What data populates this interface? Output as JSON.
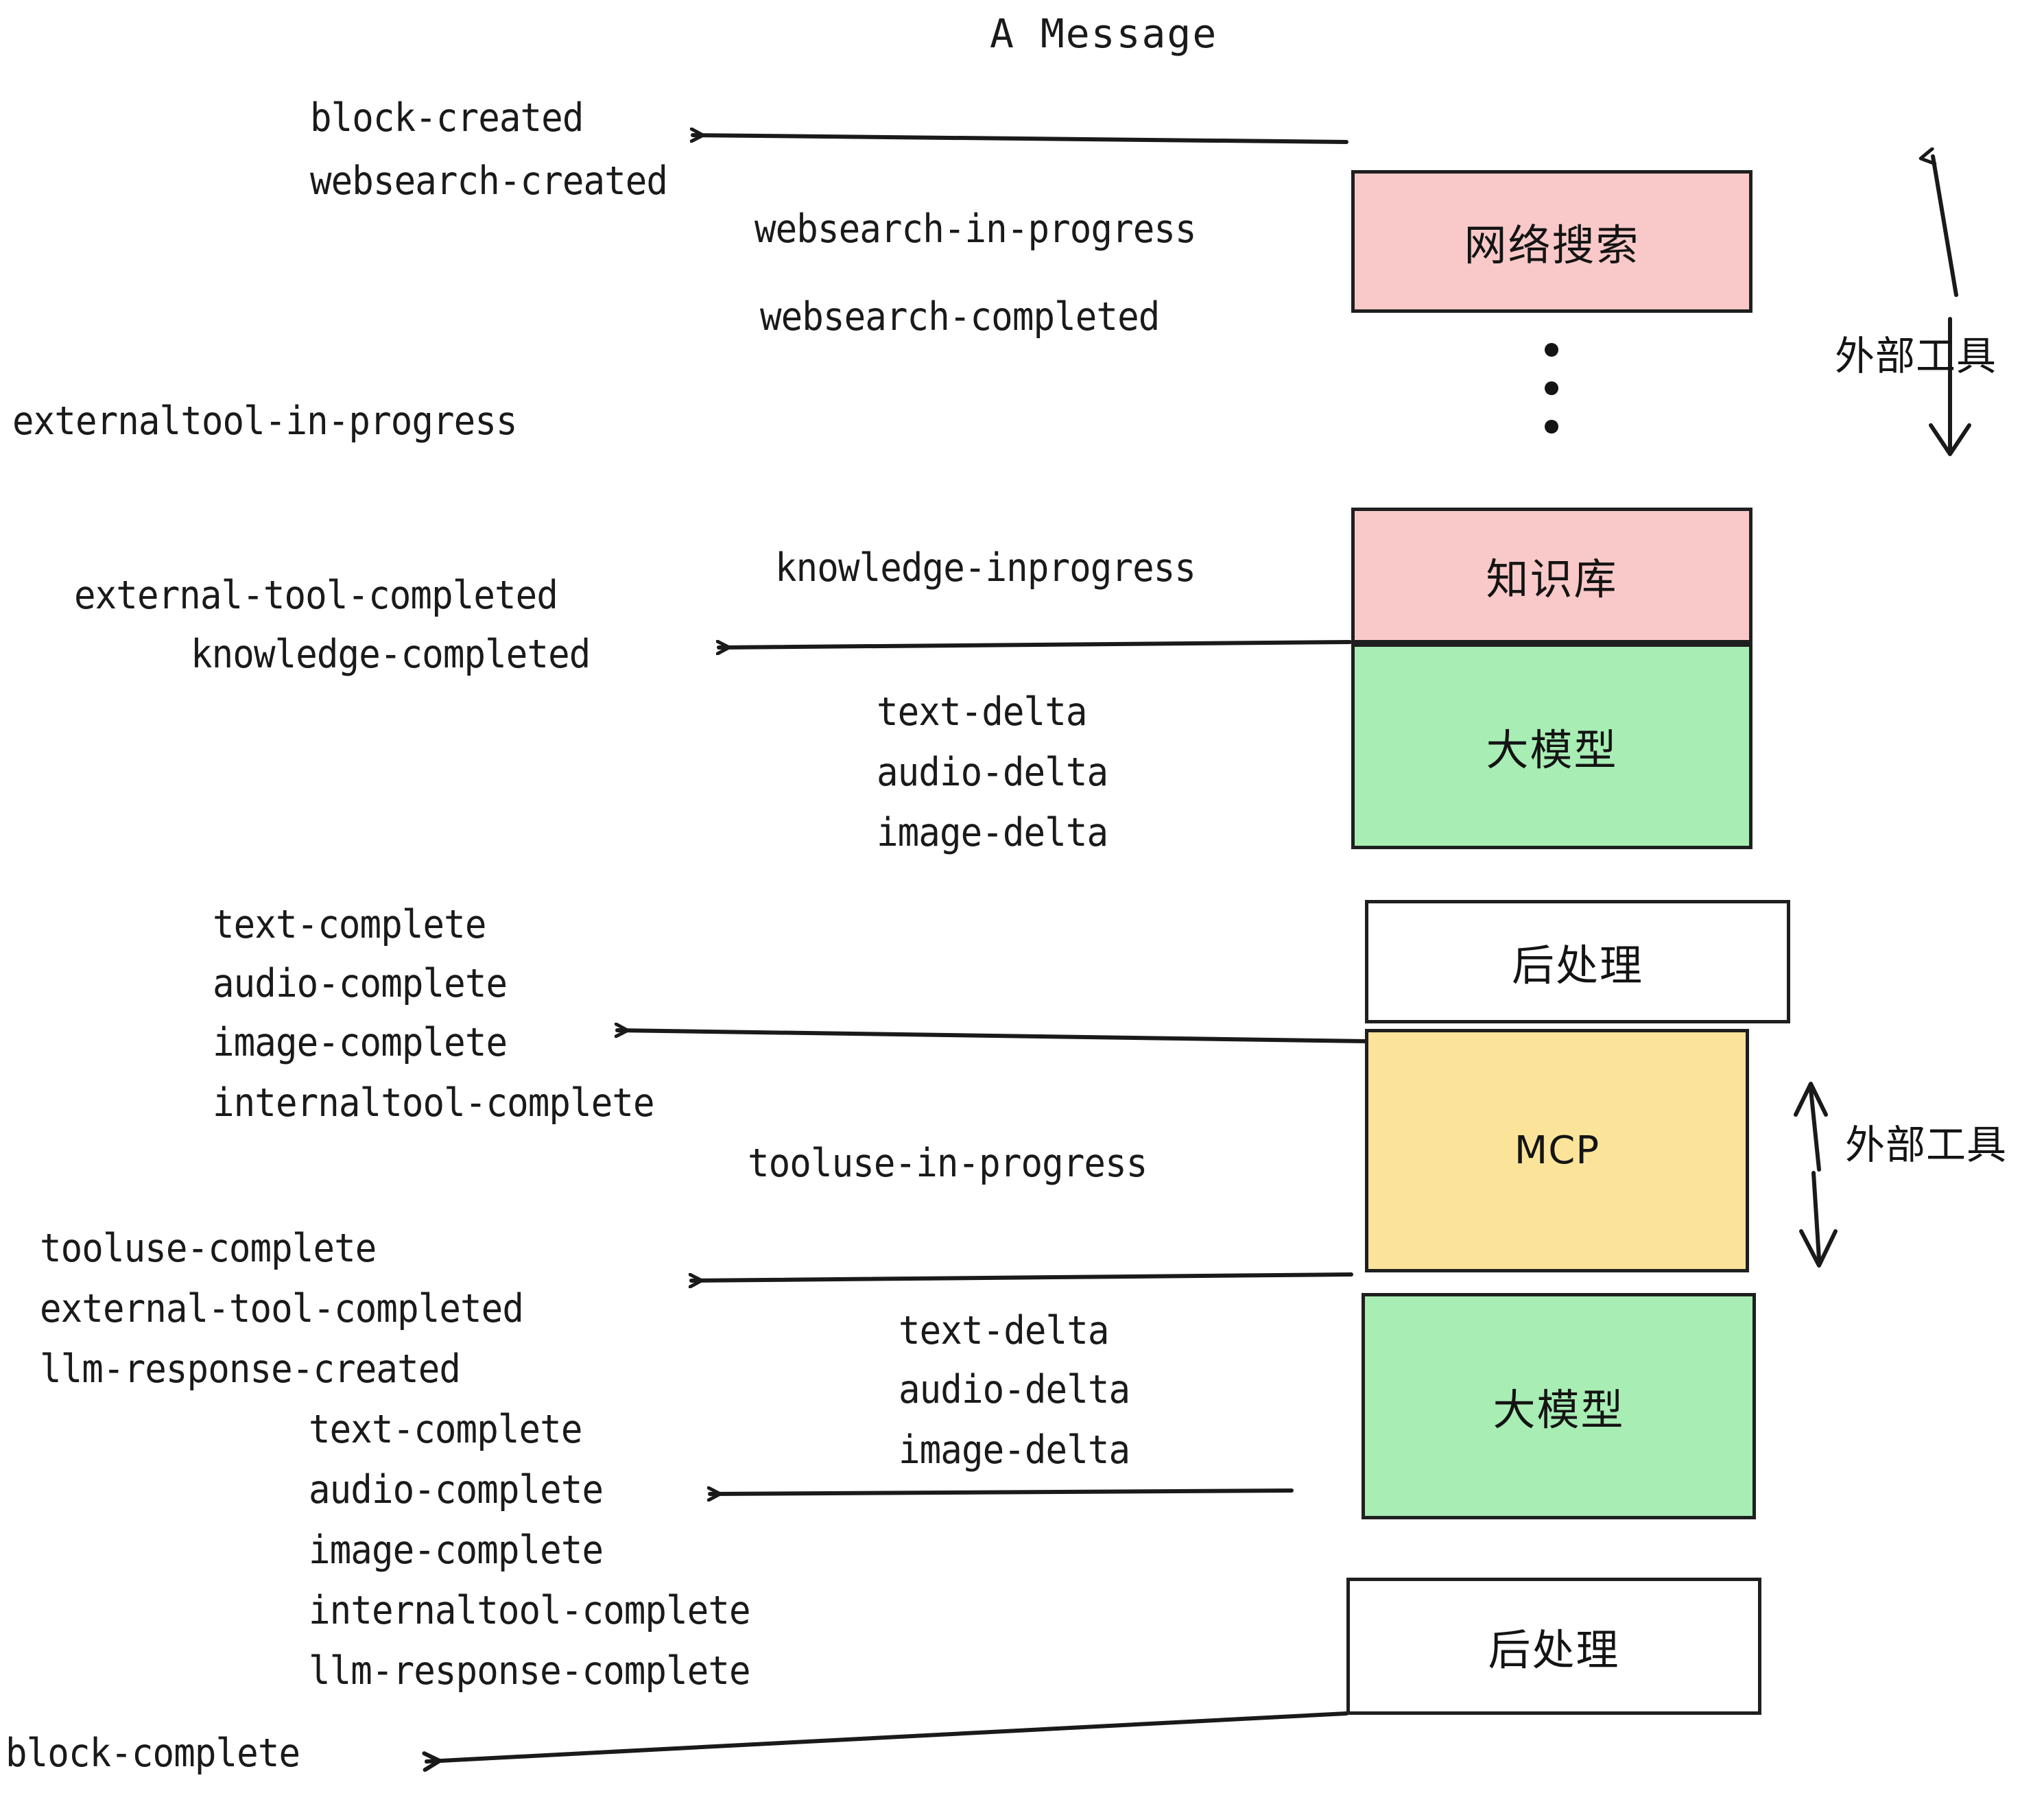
{
  "title": "A Message",
  "nodes": [
    {
      "key": "websearch",
      "label": "网络搜索",
      "color": "#f9c9c9"
    },
    {
      "key": "knowledge",
      "label": "知识库",
      "color": "#f9c9c9"
    },
    {
      "key": "llm-top",
      "label": "大模型",
      "color": "#a8edb4"
    },
    {
      "key": "post-top",
      "label": "后处理",
      "color": "#ffffff"
    },
    {
      "key": "mcp",
      "label": "MCP",
      "color": "#fbe49a"
    },
    {
      "key": "llm-bottom",
      "label": "大模型",
      "color": "#a8edb4"
    },
    {
      "key": "post-bottom",
      "label": "后处理",
      "color": "#ffffff"
    }
  ],
  "side_labels": {
    "external_tools_top": "外部工具",
    "external_tools_bottom": "外部工具"
  },
  "events": [
    {
      "id": "e01",
      "text": "block-created"
    },
    {
      "id": "e02",
      "text": "websearch-created"
    },
    {
      "id": "e03",
      "text": "websearch-in-progress"
    },
    {
      "id": "e04",
      "text": "websearch-completed"
    },
    {
      "id": "e05",
      "text": "externaltool-in-progress"
    },
    {
      "id": "e06",
      "text": "knowledge-inprogress"
    },
    {
      "id": "e07",
      "text": "external-tool-completed"
    },
    {
      "id": "e08",
      "text": "knowledge-completed"
    },
    {
      "id": "e09",
      "text": "text-delta"
    },
    {
      "id": "e10",
      "text": "audio-delta"
    },
    {
      "id": "e11",
      "text": "image-delta"
    },
    {
      "id": "e12",
      "text": "text-complete"
    },
    {
      "id": "e13",
      "text": "audio-complete"
    },
    {
      "id": "e14",
      "text": "image-complete"
    },
    {
      "id": "e15",
      "text": "internaltool-complete"
    },
    {
      "id": "e16",
      "text": "tooluse-in-progress"
    },
    {
      "id": "e17",
      "text": "tooluse-complete"
    },
    {
      "id": "e18",
      "text": "external-tool-completed"
    },
    {
      "id": "e19",
      "text": "llm-response-created"
    },
    {
      "id": "e20",
      "text": "text-complete"
    },
    {
      "id": "e21",
      "text": "audio-complete"
    },
    {
      "id": "e22",
      "text": "image-complete"
    },
    {
      "id": "e23",
      "text": "internaltool-complete"
    },
    {
      "id": "e24",
      "text": "llm-response-complete"
    },
    {
      "id": "e25",
      "text": "block-complete"
    }
  ],
  "colors": {
    "pink": "#f9c9c9",
    "green": "#a8edb4",
    "yellow": "#fbe49a",
    "white": "#ffffff",
    "stroke": "#1f1f1f",
    "text": "#141414",
    "background": "#ffffff"
  }
}
